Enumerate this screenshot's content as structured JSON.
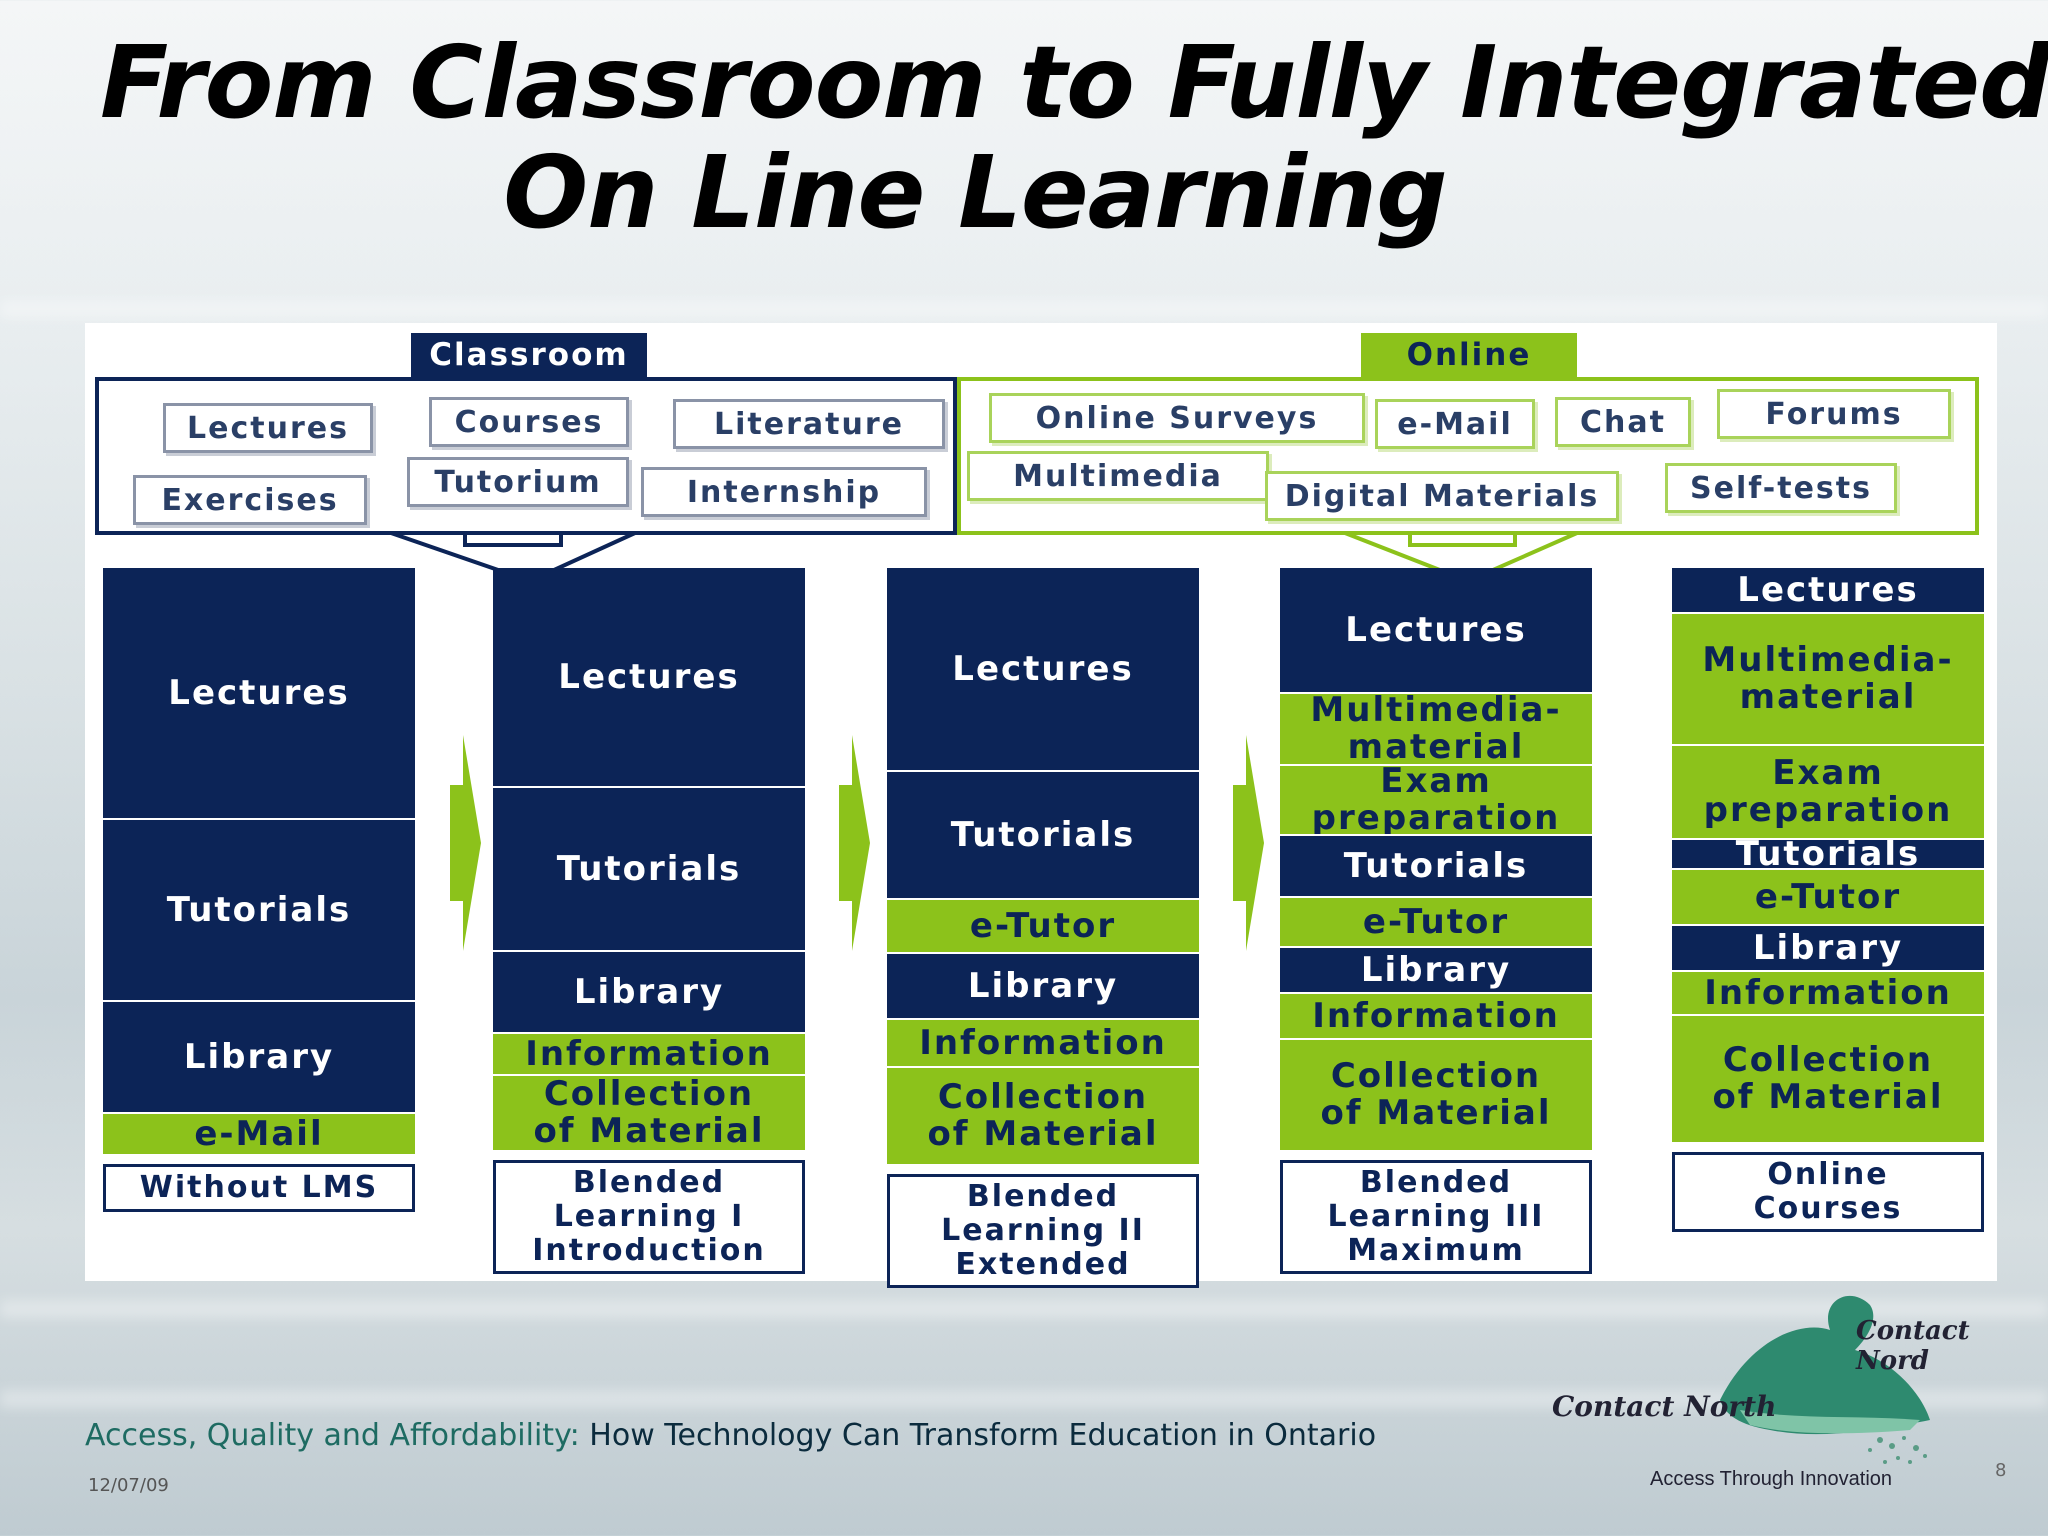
{
  "title": {
    "line1": "From Classroom to Fully Integrated",
    "line2": "On Line Learning"
  },
  "headers": {
    "classroom": "Classroom",
    "online": "Online"
  },
  "classroom_items": [
    "Lectures",
    "Courses",
    "Literature",
    "Exercises",
    "Tutorium",
    "Internship"
  ],
  "online_items": [
    "Online Surveys",
    "e-Mail",
    "Chat",
    "Forums",
    "Multimedia",
    "Digital Materials",
    "Self-tests"
  ],
  "columns": [
    {
      "segments": [
        {
          "label": "Lectures",
          "color": "navy"
        },
        {
          "label": "Tutorials",
          "color": "navy"
        },
        {
          "label": "Library",
          "color": "navy"
        },
        {
          "label": "e-Mail",
          "color": "green"
        }
      ],
      "caption": "Without LMS"
    },
    {
      "segments": [
        {
          "label": "Lectures",
          "color": "navy"
        },
        {
          "label": "Tutorials",
          "color": "navy"
        },
        {
          "label": "Library",
          "color": "navy"
        },
        {
          "label": "Information",
          "color": "green"
        },
        {
          "label": "Collection\nof Material",
          "color": "green"
        }
      ],
      "caption": "Blended\nLearning I\nIntroduction"
    },
    {
      "segments": [
        {
          "label": "Lectures",
          "color": "navy"
        },
        {
          "label": "Tutorials",
          "color": "navy"
        },
        {
          "label": "e-Tutor",
          "color": "green"
        },
        {
          "label": "Library",
          "color": "navy"
        },
        {
          "label": "Information",
          "color": "green"
        },
        {
          "label": "Collection\nof Material",
          "color": "green"
        }
      ],
      "caption": "Blended\nLearning II\nExtended"
    },
    {
      "segments": [
        {
          "label": "Lectures",
          "color": "navy"
        },
        {
          "label": "Multimedia-\nmaterial",
          "color": "green"
        },
        {
          "label": "Exam\npreparation",
          "color": "green"
        },
        {
          "label": "Tutorials",
          "color": "navy"
        },
        {
          "label": "e-Tutor",
          "color": "green"
        },
        {
          "label": "Library",
          "color": "navy"
        },
        {
          "label": "Information",
          "color": "green"
        },
        {
          "label": "Collection\nof Material",
          "color": "green"
        }
      ],
      "caption": "Blended\nLearning III\nMaximum"
    },
    {
      "segments": [
        {
          "label": "Lectures",
          "color": "navy"
        },
        {
          "label": "Multimedia-\nmaterial",
          "color": "green"
        },
        {
          "label": "Exam\npreparation",
          "color": "green"
        },
        {
          "label": "Tutorials",
          "color": "navy"
        },
        {
          "label": "e-Tutor",
          "color": "green"
        },
        {
          "label": "Library",
          "color": "navy"
        },
        {
          "label": "Information",
          "color": "green"
        },
        {
          "label": "Collection\nof Material",
          "color": "green"
        }
      ],
      "caption": "Online\nCourses"
    }
  ],
  "footer": {
    "subtitle_highlight": "Access, Quality and Affordability:",
    "subtitle_rest": " How Technology Can Transform Education in Ontario",
    "date": "12/07/09",
    "page": "8"
  },
  "logo": {
    "nord": "Contact Nord",
    "north": "Contact North",
    "tagline": "Access Through Innovation"
  },
  "colors": {
    "navy": "#0c2457",
    "green": "#8cc21b"
  }
}
